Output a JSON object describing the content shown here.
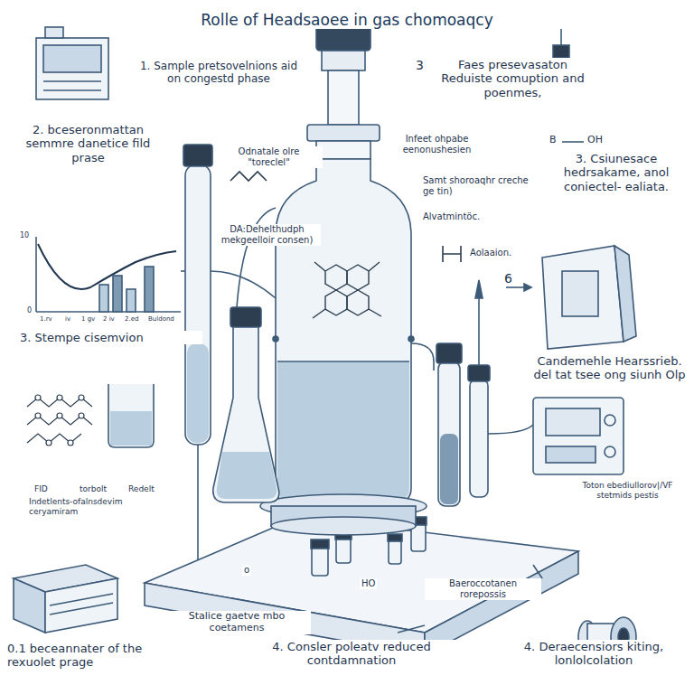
{
  "diagram": {
    "title": "Rolle of Headsaoee in gas chomoaqcy",
    "labels": [
      "1. Sample pretsovelnions aid on congestd phase",
      "3",
      "Faes presevasaton Reduiste comuption and poenmes,",
      "2. bceseronmattan semmre danetice fild prase",
      "Odnatale olre \"toreclel\"",
      "Infeet ohpabe eenonushesien",
      "Samt shoroaqhr creche ge tin)",
      "DA:Dehelthudph mekgeelloir consen)",
      "Alvatmintöc.",
      "Aolaaion.",
      "B",
      "OH",
      "3. Csiunesace hedrsakame, anol coniectel- ealiata.",
      "10",
      "0",
      "1.rv",
      "iv",
      "1 gv",
      "2 iv",
      "2.ed",
      "Buldond",
      "3. Stempe cisemvion",
      "6",
      "Candemehle Hearssrieb. del tat tsee ong siunh Olp",
      "FID",
      "torbolt",
      "Redelt",
      "Indetlents-ofalnsdevim ceryamiram",
      "Toton ebediullorov|/VF stetmids pestis",
      "o",
      "HO",
      "Stalice gaetve mbo coetamens",
      "Baeroccotanen rorepossis",
      "0.1 beceannater of the rexuolet prage",
      "4. Consler poleatv reduced contdamnation",
      "4. Deraecensiors kiting, lonlolcolation"
    ]
  }
}
